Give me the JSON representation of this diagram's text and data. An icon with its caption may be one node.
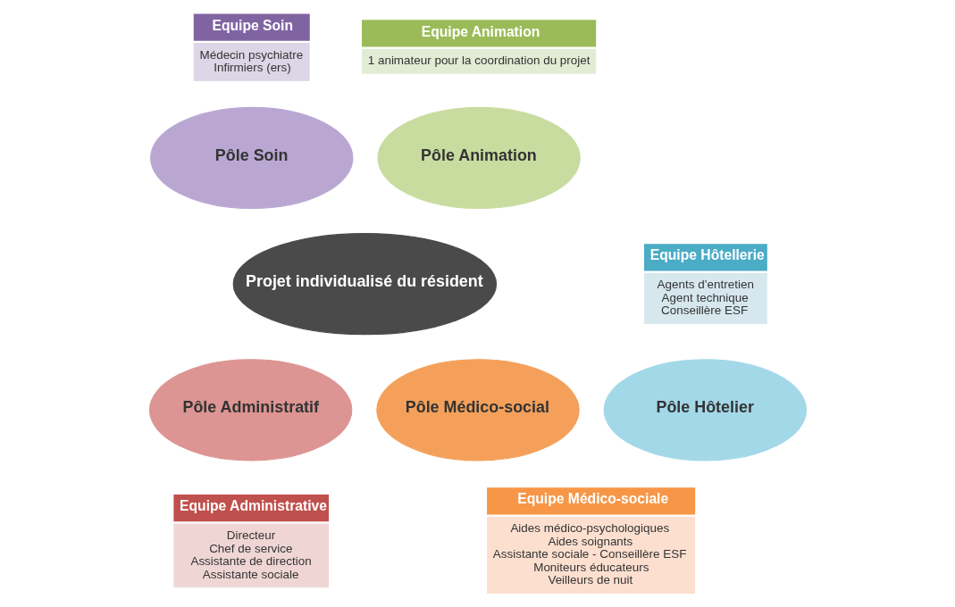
{
  "diagram": {
    "nodes": [
      {
        "text": [
          "Equipe Soin",
          "Médecin psychiatre",
          "Infirmiers (ers)"
        ]
      },
      {
        "text": [
          "Equipe Animation",
          "1 animateur pour la coordination du projet"
        ]
      },
      {
        "text": [
          "Pôle Soin"
        ]
      },
      {
        "text": [
          "Pôle Animation"
        ]
      },
      {
        "text": [
          "Equipe Hôtellerie",
          "Agents d’entretien",
          "Agent technique",
          "Conseillère ESF"
        ]
      },
      {
        "text": [
          "Projet individualisé du résident"
        ]
      },
      {
        "text": [
          "Pôle Hôtelier"
        ]
      },
      {
        "text": [
          "Pôle Administratif"
        ]
      },
      {
        "text": [
          "Equipe Administrative",
          "Directeur",
          "Chef de service",
          "Assistante de direction",
          "Assistante sociale"
        ]
      },
      {
        "text": [
          "Pôle Médico-social"
        ]
      },
      {
        "text": [
          "Equipe Médico-sociale",
          "Aides médico-psychologiques",
          "Aides soignants",
          "Assistante sociale - Conseillère ESF",
          "Moniteurs éducateurs",
          "Veilleurs de nuit"
        ]
      }
    ]
  }
}
